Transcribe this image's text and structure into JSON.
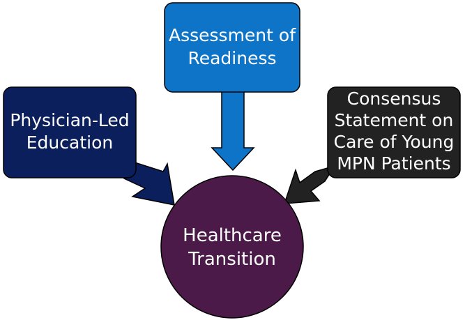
{
  "colors": {
    "left_node": "#0b1f5c",
    "top_node": "#0d74c8",
    "right_node": "#222222",
    "center_node": "#4c1a48",
    "outline": "#000000"
  },
  "nodes": {
    "left": {
      "lines": [
        "Physician-Led",
        "Education"
      ]
    },
    "top": {
      "lines": [
        "Assessment of",
        "Readiness"
      ]
    },
    "right": {
      "lines": [
        "Consensus",
        "Statement on",
        "Care of Young",
        "MPN Patients"
      ]
    },
    "center": {
      "lines": [
        "Healthcare",
        "Transition"
      ]
    }
  }
}
